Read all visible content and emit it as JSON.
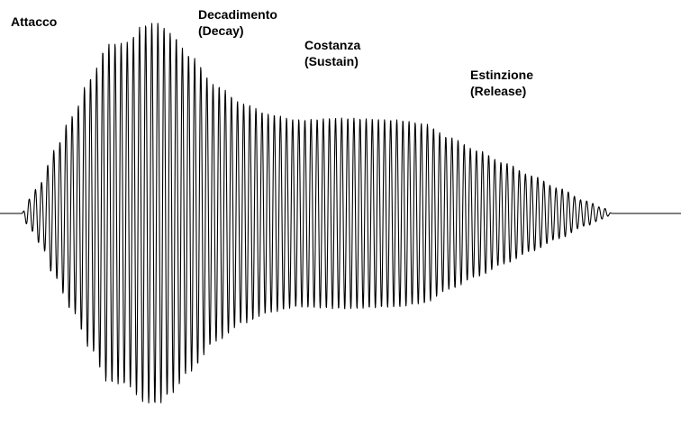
{
  "labels": {
    "attack": "Attacco",
    "decay_line1": "Decadimento",
    "decay_line2": "(Decay)",
    "sustain_line1": "Costanza",
    "sustain_line2": "(Sustain)",
    "release_line1": "Estinzione",
    "release_line2": "(Release)"
  },
  "colors": {
    "background": "#ffffff",
    "waveform": "#000000",
    "text": "#000000"
  }
}
